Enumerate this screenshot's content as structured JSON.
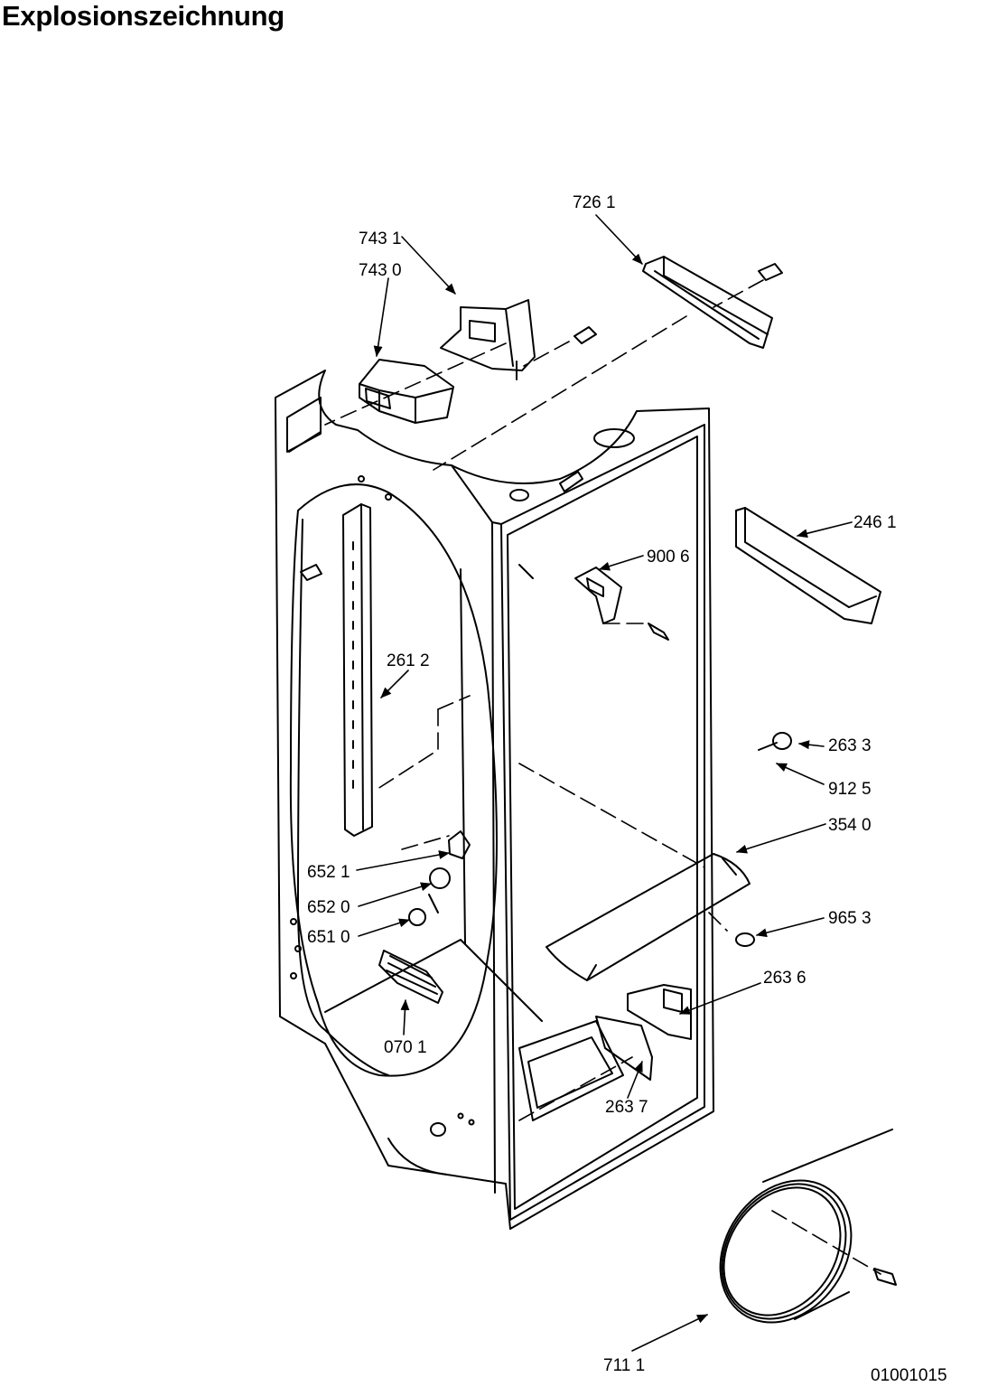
{
  "title": "Explosionszeichnung",
  "drawing_code": "01001015",
  "colors": {
    "ink": "#000000",
    "paper": "#ffffff"
  },
  "labels": {
    "p7261": "726 1",
    "p7431": "743 1",
    "p7430": "743 0",
    "p2461": "246 1",
    "p9006": "900 6",
    "p2612": "261 2",
    "p2633": "263 3",
    "p9125": "912 5",
    "p3540": "354 0",
    "p6521": "652 1",
    "p6520": "652 0",
    "p6510": "651 0",
    "p9653": "965 3",
    "p2636": "263 6",
    "p0701": "070 1",
    "p2637": "263 7",
    "p7111": "711 1"
  }
}
